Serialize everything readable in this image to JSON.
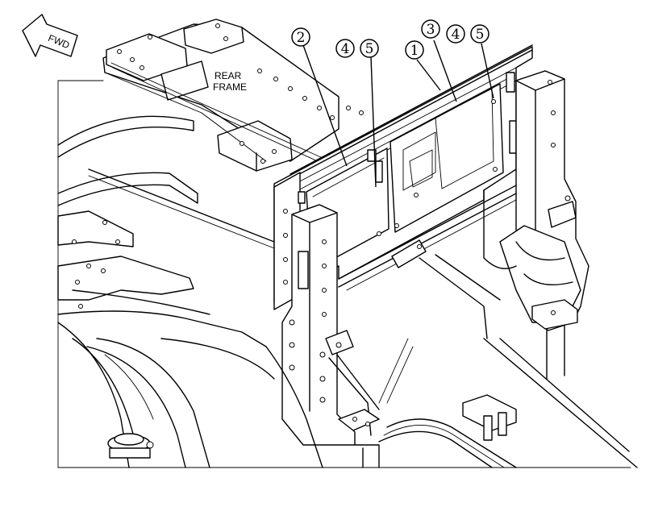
{
  "direction_arrow": {
    "text": "FWD"
  },
  "part_label": {
    "line1": "REAR",
    "line2": "FRAME"
  },
  "callouts": [
    {
      "id": "c2",
      "number": "2"
    },
    {
      "id": "c4a",
      "number": "4"
    },
    {
      "id": "c5a",
      "number": "5"
    },
    {
      "id": "c1",
      "number": "1"
    },
    {
      "id": "c3",
      "number": "3"
    },
    {
      "id": "c4b",
      "number": "4"
    },
    {
      "id": "c5b",
      "number": "5"
    }
  ]
}
